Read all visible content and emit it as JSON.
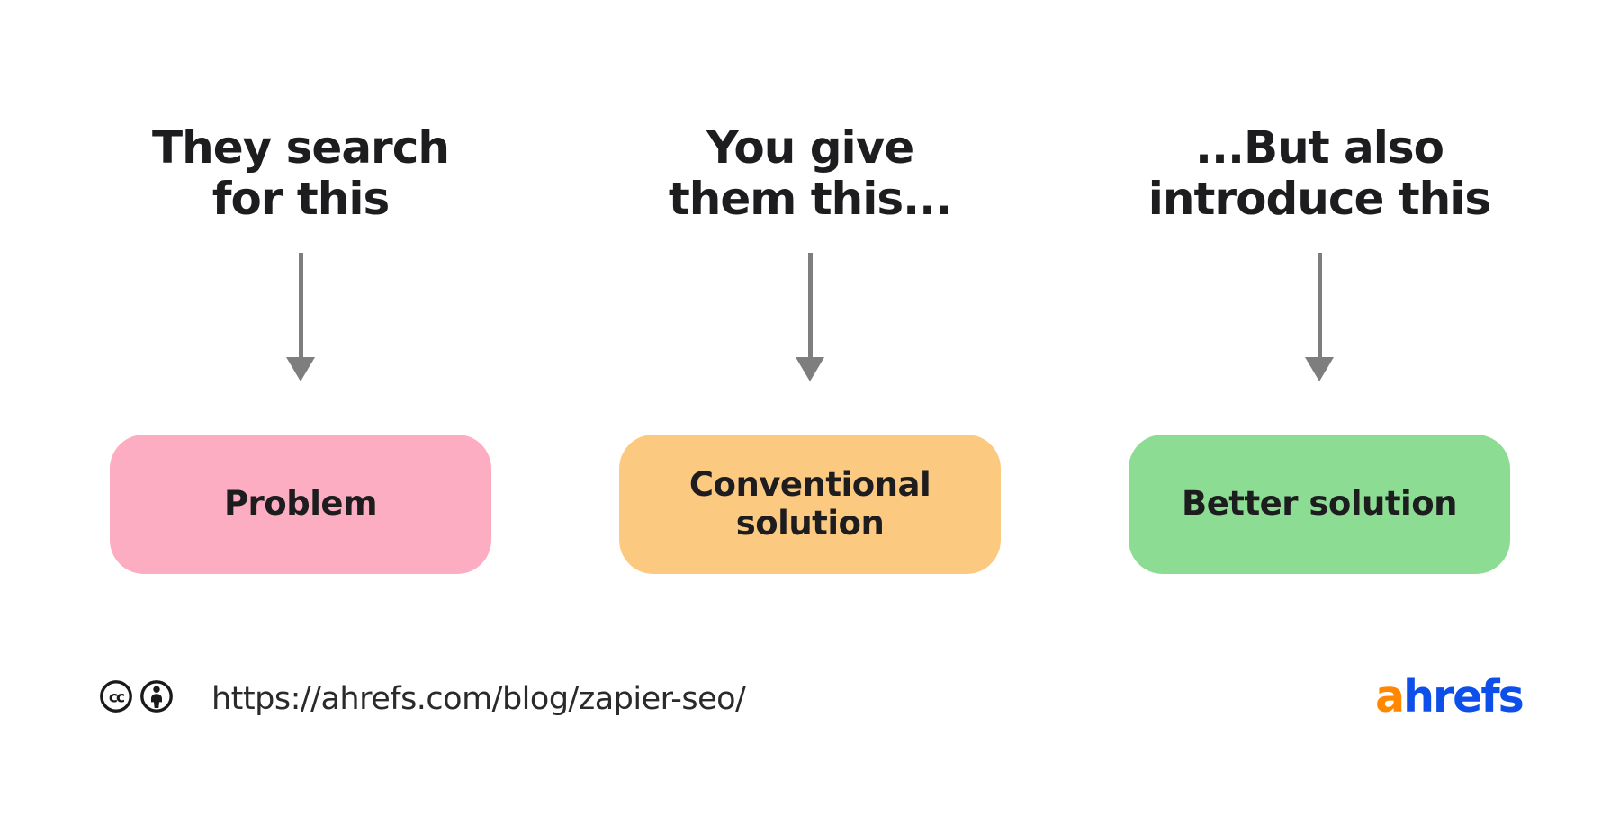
{
  "columns": [
    {
      "heading_line1": "They search",
      "heading_line2": "for this",
      "box_label": "Problem",
      "box_color": "#FDADC1"
    },
    {
      "heading_line1": "You give",
      "heading_line2": "them this...",
      "box_label": "Conventional solution",
      "box_color": "#FCC981"
    },
    {
      "heading_line1": "...But also",
      "heading_line2": "introduce this",
      "box_label": "Better solution",
      "box_color": "#8DDC93"
    }
  ],
  "arrow": {
    "color": "#7E7E7E"
  },
  "footer": {
    "license_icons": [
      "cc-icon",
      "attribution-icon"
    ],
    "url": "https://ahrefs.com/blog/zapier-seo/",
    "logo": {
      "part1": "a",
      "part2": "hrefs",
      "orange": "#FF8800",
      "blue": "#0D4FE8"
    }
  },
  "colors": {
    "heading_text": "#1D1D1F",
    "box_text": "#1D1D1F",
    "url_text": "#2A2A2A",
    "background": "#FFFFFF"
  }
}
